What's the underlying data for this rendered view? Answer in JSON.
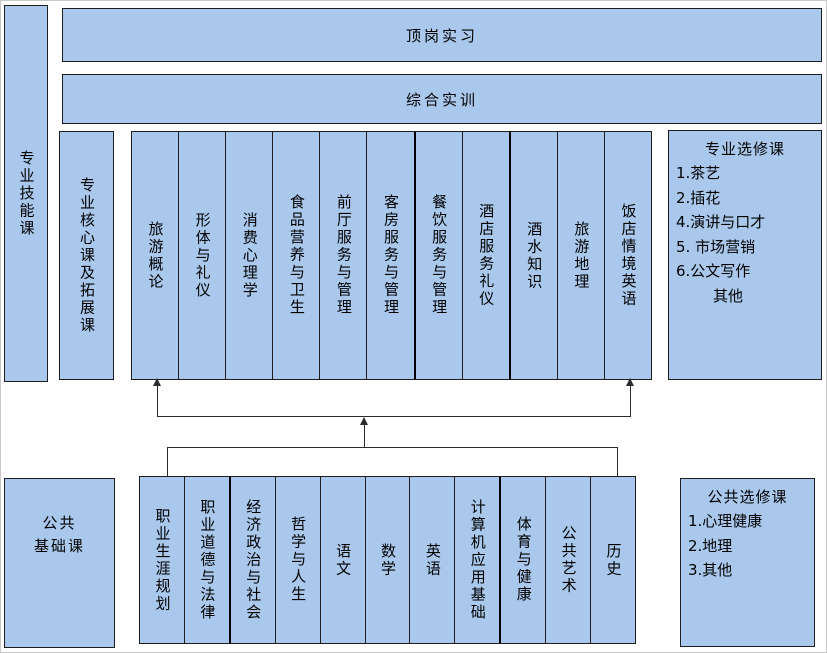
{
  "colors": {
    "box_fill": "#a9c8ec",
    "box_border": "#1e1e1e",
    "connector": "#2b2b2b",
    "background": "#ffffff"
  },
  "banners": [
    {
      "label": "顶岗实习"
    },
    {
      "label": "综合实训"
    }
  ],
  "left_column": {
    "skill_label": "专业技能课",
    "core_label": "专业核心课及拓展课"
  },
  "professional_courses": [
    "旅游概论",
    "形体与礼仪",
    "消费心理学",
    "食品营养与卫生",
    "前厅服务与管理",
    "客房服务与管理",
    "餐饮服务与管理",
    "酒店服务礼仪",
    "酒水知识",
    "旅游地理",
    "饭店情境英语"
  ],
  "professional_electives": {
    "title": "专业选修课",
    "items": [
      "1.茶艺",
      "2.插花",
      "4.演讲与口才",
      "5. 市场营销",
      "6.公文写作",
      "其他"
    ]
  },
  "public_base": {
    "line1": "公共",
    "line2": "基础课"
  },
  "public_courses": [
    "职业生涯规划",
    "职业道德与法律",
    "经济政治与社会",
    "哲学与人生",
    "语文",
    "数学",
    "英语",
    "计算机应用基础",
    "体育与健康",
    "公共艺术",
    "历史"
  ],
  "public_electives": {
    "title": "公共选修课",
    "items": [
      "1.心理健康",
      "2.地理",
      "3.其他"
    ]
  }
}
